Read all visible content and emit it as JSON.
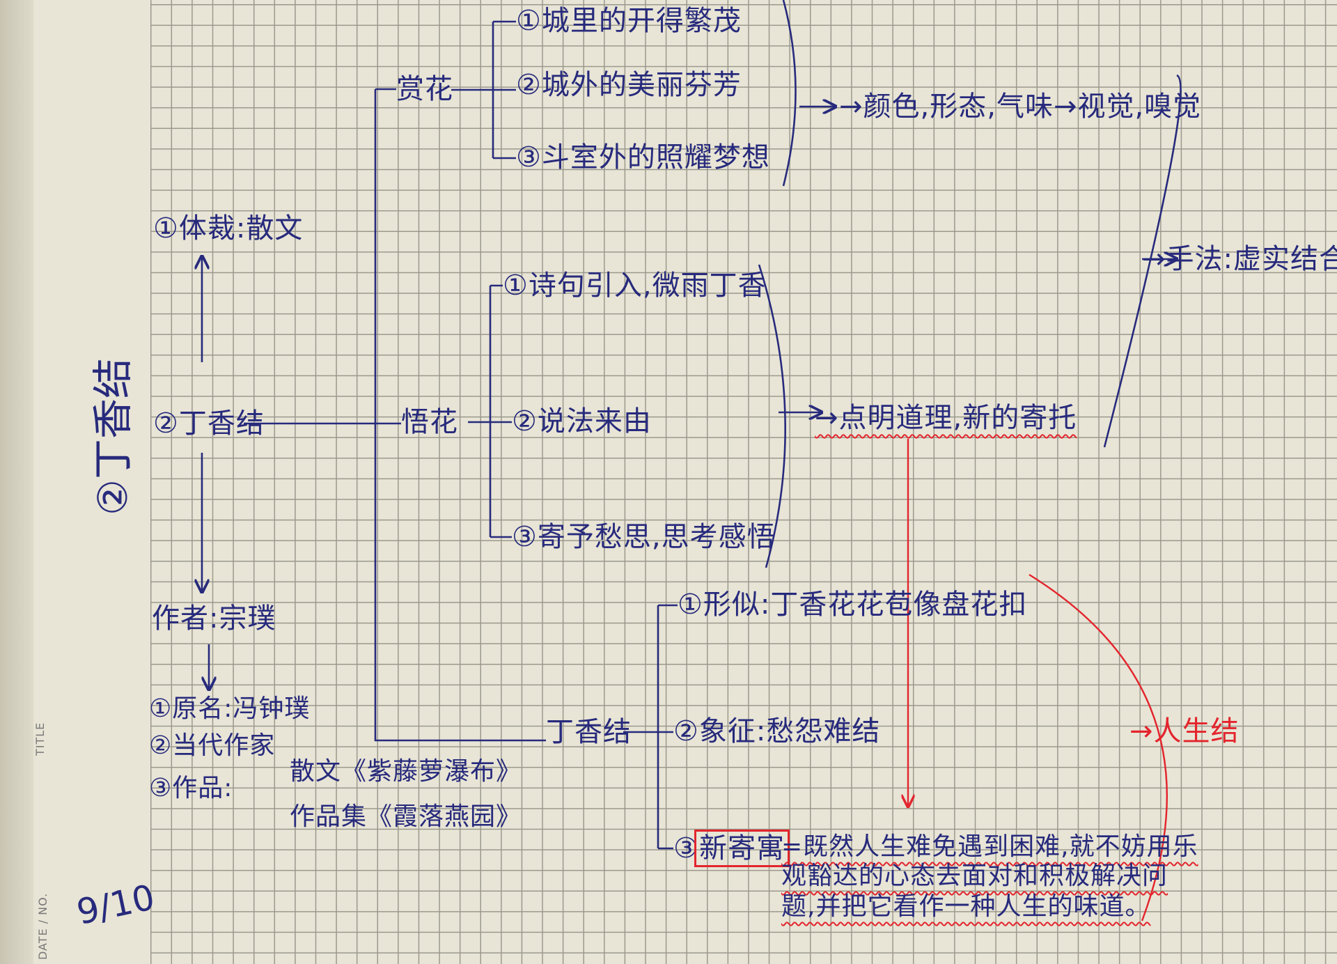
{
  "page": {
    "title_vertical": "②丁香结",
    "label_title": "TITLE",
    "label_date": "DATE / NO.",
    "date": "9/10"
  },
  "left": {
    "genre": "①体裁:散文",
    "center": "②丁香结",
    "author": "作者:宗璞",
    "author_details": [
      "①原名:冯钟璞",
      "②当代作家",
      "③作品:"
    ],
    "works": [
      "散文《紫藤萝瀑布》",
      "作品集《霞落燕园》"
    ]
  },
  "branches": {
    "appreciate": {
      "label": "赏花",
      "items": [
        "①城里的开得繁茂",
        "②城外的美丽芬芳",
        "③斗室外的照耀梦想"
      ],
      "summary": "→颜色,形态,气味→视觉,嗅觉"
    },
    "realize": {
      "label": "悟花",
      "items": [
        "①诗句引入,微雨丁香",
        "②说法来由",
        "③寄予愁思,思考感悟"
      ],
      "summary": "→点明道理,新的寄托"
    },
    "technique": "→手法:虚实结合",
    "knot": {
      "label": "丁香结",
      "items": [
        "①形似:丁香花花苞像盘花扣",
        "②象征:愁怨难结",
        "③"
      ],
      "new_meaning_label": "新寄寓",
      "new_meaning_lines": [
        "=既然人生难免遇到困难,就不妨用乐",
        "观豁达的心态去面对和积极解决问",
        "题,并把它看作一种人生的味道。"
      ],
      "life_knot": "→人生结"
    }
  },
  "colors": {
    "ink_blue": "#272a7c",
    "ink_red": "#e3252d",
    "paper": "#e8e5d6",
    "grid": "#8d8b80"
  }
}
